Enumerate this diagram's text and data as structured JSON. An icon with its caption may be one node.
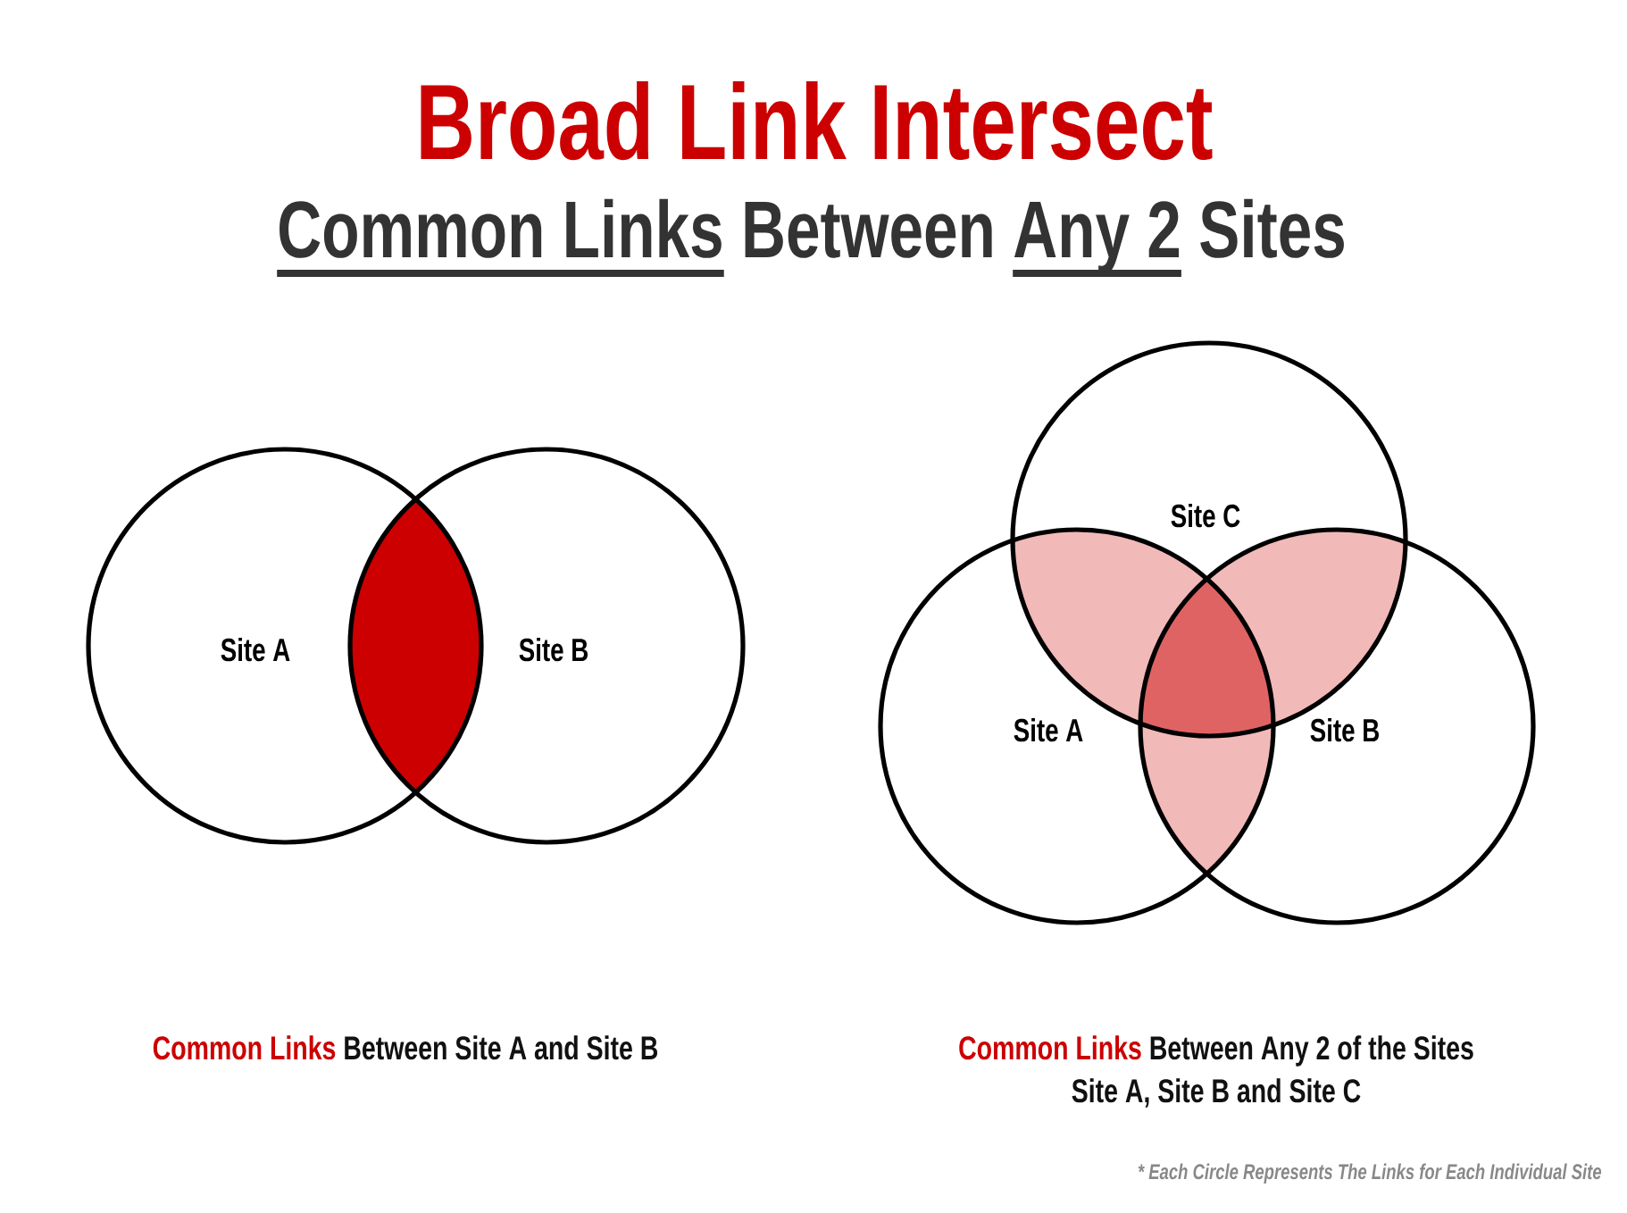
{
  "diagram": {
    "title": "Broad Link Intersect",
    "nodes": [
      {
        "text": [
          "Site A"
        ]
      },
      {
        "text": [
          "Site B"
        ]
      },
      {
        "text": [],
        "shape": "lens"
      },
      {
        "text": [
          "Site C"
        ]
      },
      {
        "text": [
          "Site A"
        ]
      },
      {
        "text": [
          "Site B"
        ]
      },
      {
        "text": [],
        "shape": "triangle"
      },
      {
        "text": [],
        "shape": "triangle"
      },
      {
        "text": [],
        "shape": "triangle"
      },
      {
        "text": [],
        "shape": "triangle"
      }
    ],
    "labels": [
      "Common Links",
      "Between",
      "Any 2",
      "Sites",
      "Common Links",
      "Between Site A and Site B",
      "Common Links",
      "Between Any 2 of the Sites",
      "Site A, Site B and Site C",
      "* Each Circle Represents The Links for Each Individual Site"
    ]
  }
}
